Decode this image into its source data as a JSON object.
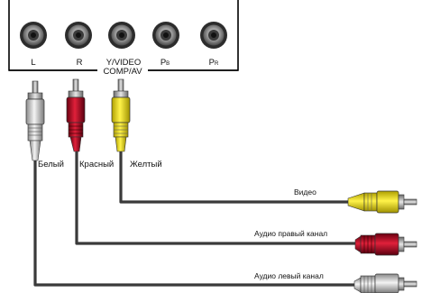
{
  "panel": {
    "jacks": [
      {
        "label": "L",
        "sub": ""
      },
      {
        "label": "R",
        "sub": ""
      },
      {
        "label": "Y/VIDEO",
        "sub": ""
      },
      {
        "label": "P",
        "sub": "B"
      },
      {
        "label": "P",
        "sub": "R"
      }
    ],
    "group_label": "COMP/AV"
  },
  "plugs": {
    "white": {
      "label": "Белый",
      "color": "#d9d9d9"
    },
    "red": {
      "label": "Красный",
      "color": "#c8102e"
    },
    "yellow": {
      "label": "Желтый",
      "color": "#f2e600"
    }
  },
  "cables": {
    "video": {
      "label": "Видео"
    },
    "audio_right": {
      "label": "Аудио правый канал"
    },
    "audio_left": {
      "label": "Аудио левый канал"
    }
  },
  "colors": {
    "cable": "#3a3a3a",
    "panel_border": "#000000",
    "jack_outer": "#2c2c2c",
    "jack_ring": "#9a9a9a"
  }
}
